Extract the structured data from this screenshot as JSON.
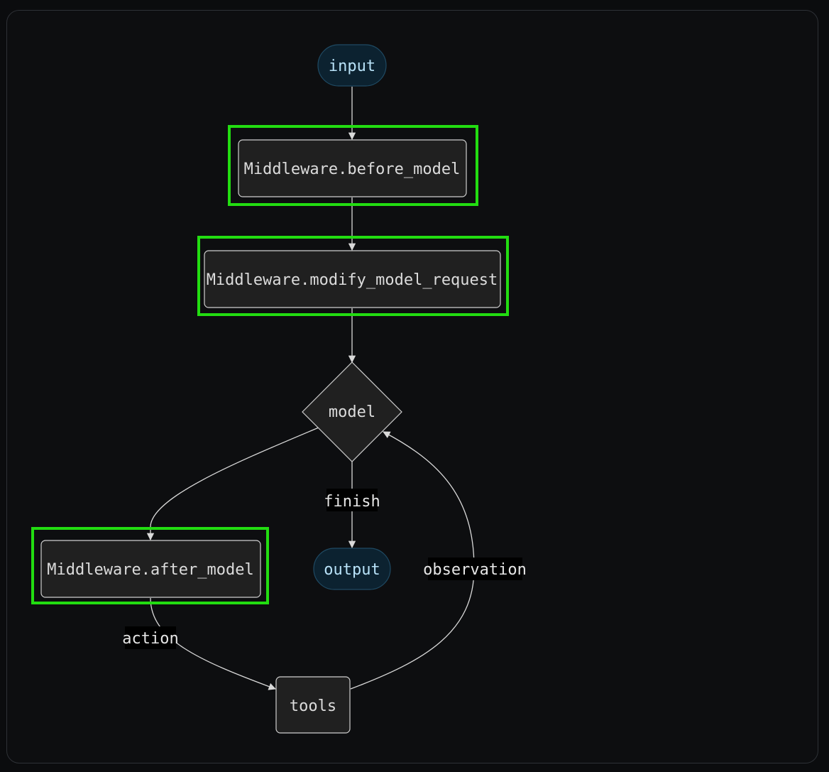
{
  "colors": {
    "highlight": "#22dd11",
    "terminal_fill": "#0c2230",
    "node_fill": "#202020"
  },
  "nodes": {
    "input": "input",
    "before_model": "Middleware.before_model",
    "modify_model_request": "Middleware.modify_model_request",
    "model": "model",
    "after_model": "Middleware.after_model",
    "output": "output",
    "tools": "tools"
  },
  "edges": {
    "finish": "finish",
    "action": "action",
    "observation": "observation"
  }
}
